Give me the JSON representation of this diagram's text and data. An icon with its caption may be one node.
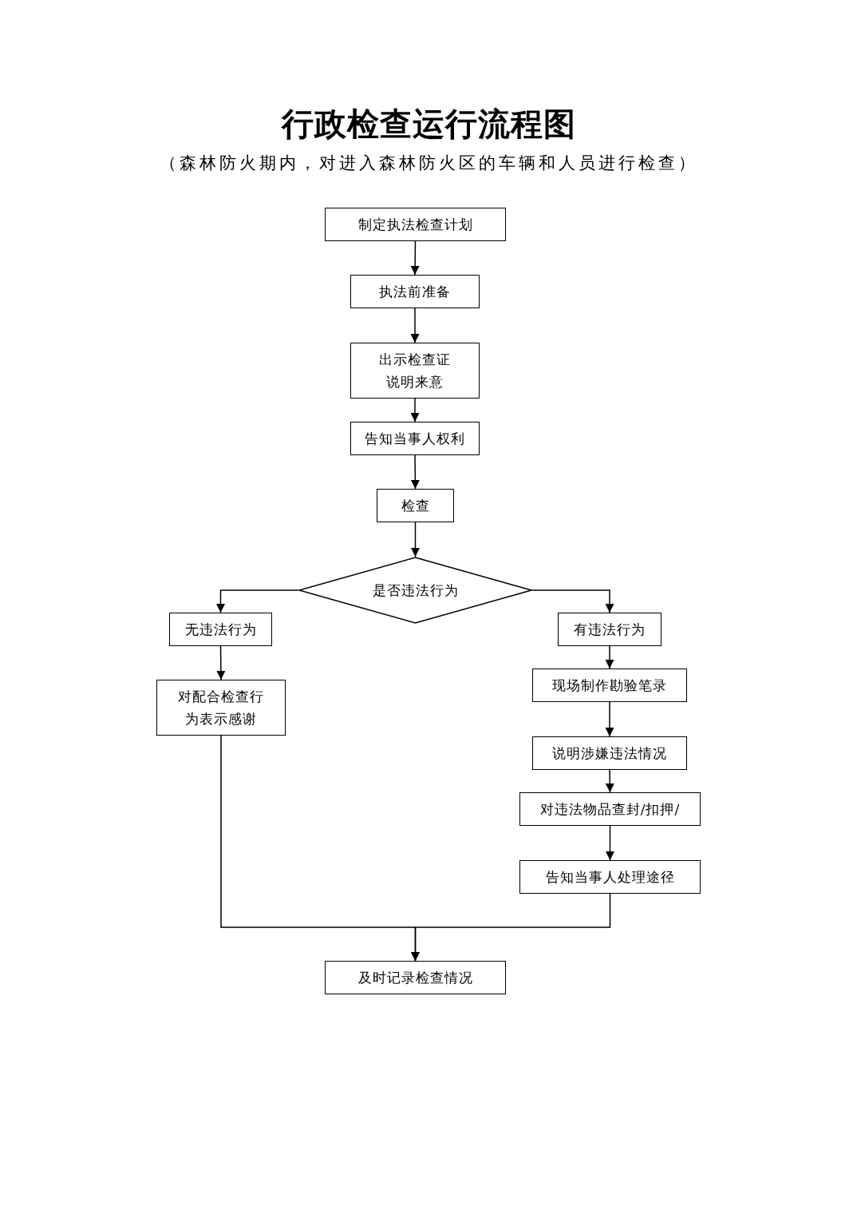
{
  "diagram": {
    "title": "行政检查运行流程图",
    "caption": "（森林防火期内，对进入森林防火区的车辆和人员进行检查）",
    "nodes": [
      {
        "text": [
          "制定执法检查计划"
        ]
      },
      {
        "text": [
          "执法前准备"
        ]
      },
      {
        "text": [
          "出示检查证说明来意"
        ]
      },
      {
        "text": [
          "告知当事人权利"
        ]
      },
      {
        "text": [
          "检查"
        ]
      },
      {
        "text": [
          "是否违法行为"
        ]
      },
      {
        "text": [
          "无违法行为"
        ]
      },
      {
        "text": [
          "对配合检查行为表示感谢"
        ]
      },
      {
        "text": [
          "有违法行为"
        ]
      },
      {
        "text": [
          "现场制作勘验笔录"
        ]
      },
      {
        "text": [
          "说明涉嫌违法情况"
        ]
      },
      {
        "text": [
          "对违法物品查封/扣押/"
        ]
      },
      {
        "text": [
          "告知当事人处理途径"
        ]
      },
      {
        "text": [
          "及时记录检查情况"
        ]
      }
    ],
    "edges": [
      {
        "from": 0,
        "to": 1,
        "arrow": "to"
      },
      {
        "from": 1,
        "to": 2,
        "arrow": "to"
      },
      {
        "from": 2,
        "to": 3,
        "arrow": "to"
      },
      {
        "from": 3,
        "to": 4,
        "arrow": "to"
      },
      {
        "from": 4,
        "to": 5,
        "arrow": "to"
      },
      {
        "from": 5,
        "to": 6,
        "arrow": "to"
      },
      {
        "from": 5,
        "to": 8,
        "arrow": "to"
      },
      {
        "from": 6,
        "to": 7,
        "arrow": "to"
      },
      {
        "from": 8,
        "to": 9,
        "arrow": "to"
      },
      {
        "from": 9,
        "to": 10,
        "arrow": "to"
      },
      {
        "from": 10,
        "to": 11,
        "arrow": "to"
      },
      {
        "from": 11,
        "to": 12,
        "arrow": "to"
      },
      {
        "from": 7,
        "to": 13,
        "arrow": "to"
      },
      {
        "from": 12,
        "to": 13,
        "arrow": "to"
      }
    ]
  }
}
